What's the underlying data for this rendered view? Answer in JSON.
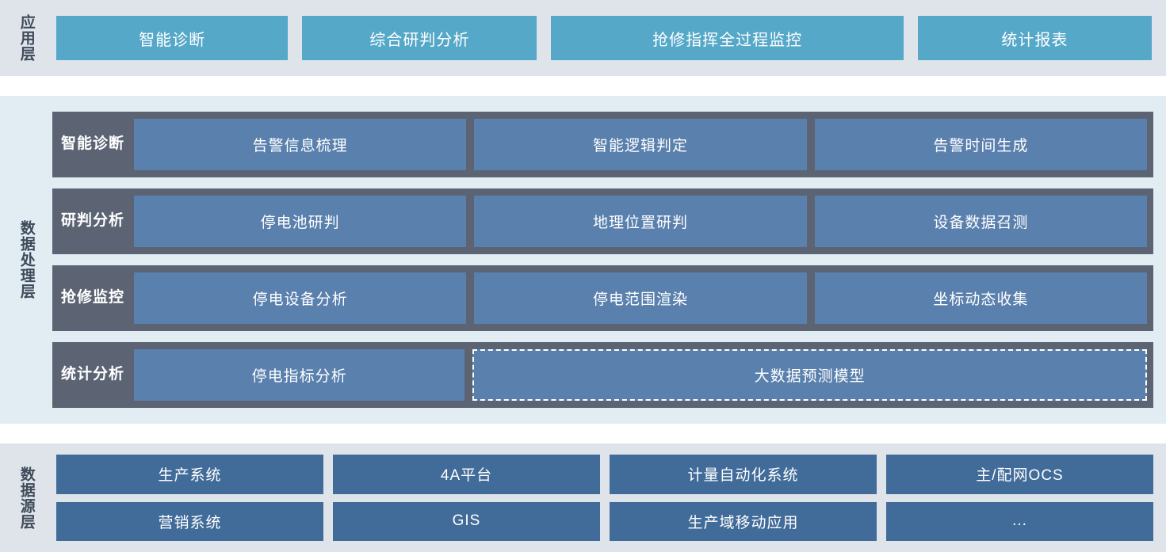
{
  "colors": {
    "app_box": "#55a8c8",
    "proc_band": "#5c6474",
    "proc_box": "#5a80ad",
    "src_box": "#416b99",
    "app_panel_bg": "#dfe4ea",
    "proc_panel_bg": "#e1edf3",
    "page_bg": "#ffffff",
    "label_text": "#3f4a5a"
  },
  "application_layer": {
    "label": "应用层",
    "boxes": [
      {
        "label": "智能诊断"
      },
      {
        "label": "综合研判分析"
      },
      {
        "label": "抢修指挥全过程监控"
      },
      {
        "label": "统计报表"
      }
    ]
  },
  "data_processing_layer": {
    "label": "数据处理层",
    "rows": [
      {
        "label": "智能\n诊断",
        "label_line1": "智能",
        "label_line2": "诊断",
        "cells": [
          {
            "label": "告警信息梳理",
            "dashed": false
          },
          {
            "label": "智能逻辑判定",
            "dashed": false
          },
          {
            "label": "告警时间生成",
            "dashed": false
          }
        ]
      },
      {
        "label": "研判\n分析",
        "label_line1": "研判",
        "label_line2": "分析",
        "cells": [
          {
            "label": "停电池研判",
            "dashed": false
          },
          {
            "label": "地理位置研判",
            "dashed": false
          },
          {
            "label": "设备数据召测",
            "dashed": false
          }
        ]
      },
      {
        "label": "抢修\n监控",
        "label_line1": "抢修",
        "label_line2": "监控",
        "cells": [
          {
            "label": "停电设备分析",
            "dashed": false
          },
          {
            "label": "停电范围渲染",
            "dashed": false
          },
          {
            "label": "坐标动态收集",
            "dashed": false
          }
        ]
      },
      {
        "label": "统计\n分析",
        "label_line1": "统计",
        "label_line2": "分析",
        "cells": [
          {
            "label": "停电指标分析",
            "dashed": false
          },
          {
            "label": "大数据预测模型",
            "dashed": true
          }
        ]
      }
    ]
  },
  "data_source_layer": {
    "label": "数据源层",
    "rows": [
      [
        {
          "label": "生产系统"
        },
        {
          "label": "4A平台"
        },
        {
          "label": "计量自动化系统"
        },
        {
          "label": "主/配网OCS"
        }
      ],
      [
        {
          "label": "营销系统"
        },
        {
          "label": "GIS"
        },
        {
          "label": "生产域移动应用"
        },
        {
          "label": "..."
        }
      ]
    ]
  }
}
